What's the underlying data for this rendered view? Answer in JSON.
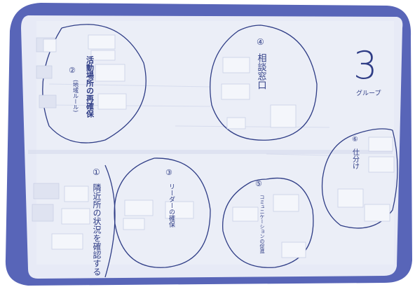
{
  "photo": {
    "colors": {
      "frame_blue": "#5865b8",
      "paper": "#e7eaf6",
      "paper_light": "#f1f3fa",
      "ink": "#2f3d86",
      "note": "#f4f6fb"
    },
    "group_number": "3",
    "group_label": "グループ",
    "clusters": [
      {
        "number": "②",
        "label": "活動場所の再確保",
        "sub_label": "(地域ルール)"
      },
      {
        "number": "④",
        "label": "相談窓口"
      },
      {
        "number": "⑥",
        "label": "仕分け"
      },
      {
        "number": "①",
        "label": "隣近所の状況を確認する"
      },
      {
        "number": "③",
        "label": "リーダーの確保"
      },
      {
        "number": "⑤",
        "label": "コミュニケーションの促進"
      }
    ]
  }
}
